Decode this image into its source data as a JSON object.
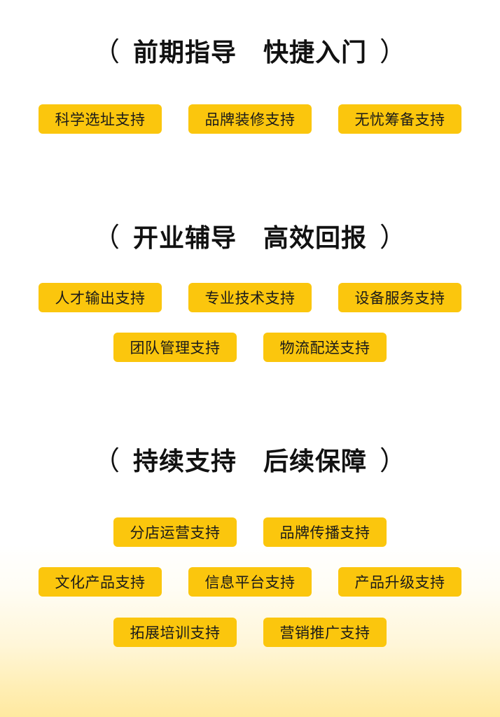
{
  "sections": [
    {
      "open_paren": "（",
      "heading_left": "前期指导",
      "heading_right": "快捷入门",
      "close_paren": "）",
      "rows": [
        [
          "科学选址支持",
          "品牌装修支持",
          "无忧筹备支持"
        ]
      ]
    },
    {
      "open_paren": "（",
      "heading_left": "开业辅导",
      "heading_right": "高效回报",
      "close_paren": "）",
      "rows": [
        [
          "人才输出支持",
          "专业技术支持",
          "设备服务支持"
        ],
        [
          "团队管理支持",
          "物流配送支持"
        ]
      ]
    },
    {
      "open_paren": "（",
      "heading_left": "持续支持",
      "heading_right": "后续保障",
      "close_paren": "）",
      "rows": [
        [
          "分店运营支持",
          "品牌传播支持"
        ],
        [
          "文化产品支持",
          "信息平台支持",
          "产品升级支持"
        ],
        [
          "拓展培训支持",
          "营销推广支持"
        ]
      ]
    }
  ],
  "colors": {
    "tag_background": "#fbc60d",
    "heading_text": "#111111",
    "tag_text": "#1a1a1a",
    "bottom_gradient": "#ffe9a0"
  }
}
